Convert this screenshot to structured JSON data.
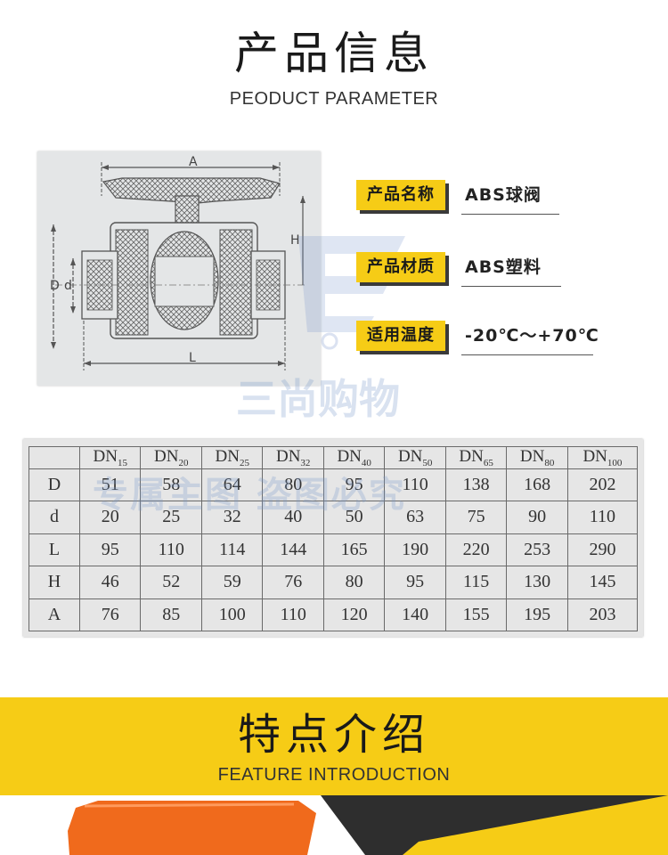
{
  "product_info": {
    "title_cn": "产品信息",
    "title_en": "PEODUCT PARAMETER"
  },
  "diagram": {
    "labels": {
      "A": "A",
      "H": "H",
      "D": "D",
      "d": "d",
      "L": "L"
    }
  },
  "params": [
    {
      "label": "产品名称",
      "value": "ABS球阀"
    },
    {
      "label": "产品材质",
      "value": "ABS塑料"
    },
    {
      "label": "适用温度",
      "value": "-20℃～+70℃"
    }
  ],
  "watermark": {
    "text1": "三尚购物",
    "text2": "专属主图   盗图必究"
  },
  "spec_table": {
    "headers": [
      {
        "base": "DN",
        "sub": "15"
      },
      {
        "base": "DN",
        "sub": "20"
      },
      {
        "base": "DN",
        "sub": "25"
      },
      {
        "base": "DN",
        "sub": "32"
      },
      {
        "base": "DN",
        "sub": "40"
      },
      {
        "base": "DN",
        "sub": "50"
      },
      {
        "base": "DN",
        "sub": "65"
      },
      {
        "base": "DN",
        "sub": "80"
      },
      {
        "base": "DN",
        "sub": "100"
      }
    ],
    "rows": [
      {
        "name": "D",
        "values": [
          "51",
          "58",
          "64",
          "80",
          "95",
          "110",
          "138",
          "168",
          "202"
        ]
      },
      {
        "name": "d",
        "values": [
          "20",
          "25",
          "32",
          "40",
          "50",
          "63",
          "75",
          "90",
          "110"
        ]
      },
      {
        "name": "L",
        "values": [
          "95",
          "110",
          "114",
          "144",
          "165",
          "190",
          "220",
          "253",
          "290"
        ]
      },
      {
        "name": "H",
        "values": [
          "46",
          "52",
          "59",
          "76",
          "80",
          "95",
          "115",
          "130",
          "145"
        ]
      },
      {
        "name": "A",
        "values": [
          "76",
          "85",
          "100",
          "110",
          "120",
          "140",
          "155",
          "195",
          "203"
        ]
      }
    ]
  },
  "feature": {
    "title_cn": "特点介绍",
    "title_en": "FEATURE INTRODUCTION"
  },
  "colors": {
    "accent_yellow": "#f6cc16",
    "dark": "#2e2e2e",
    "handle_orange": "#f06a1c"
  }
}
